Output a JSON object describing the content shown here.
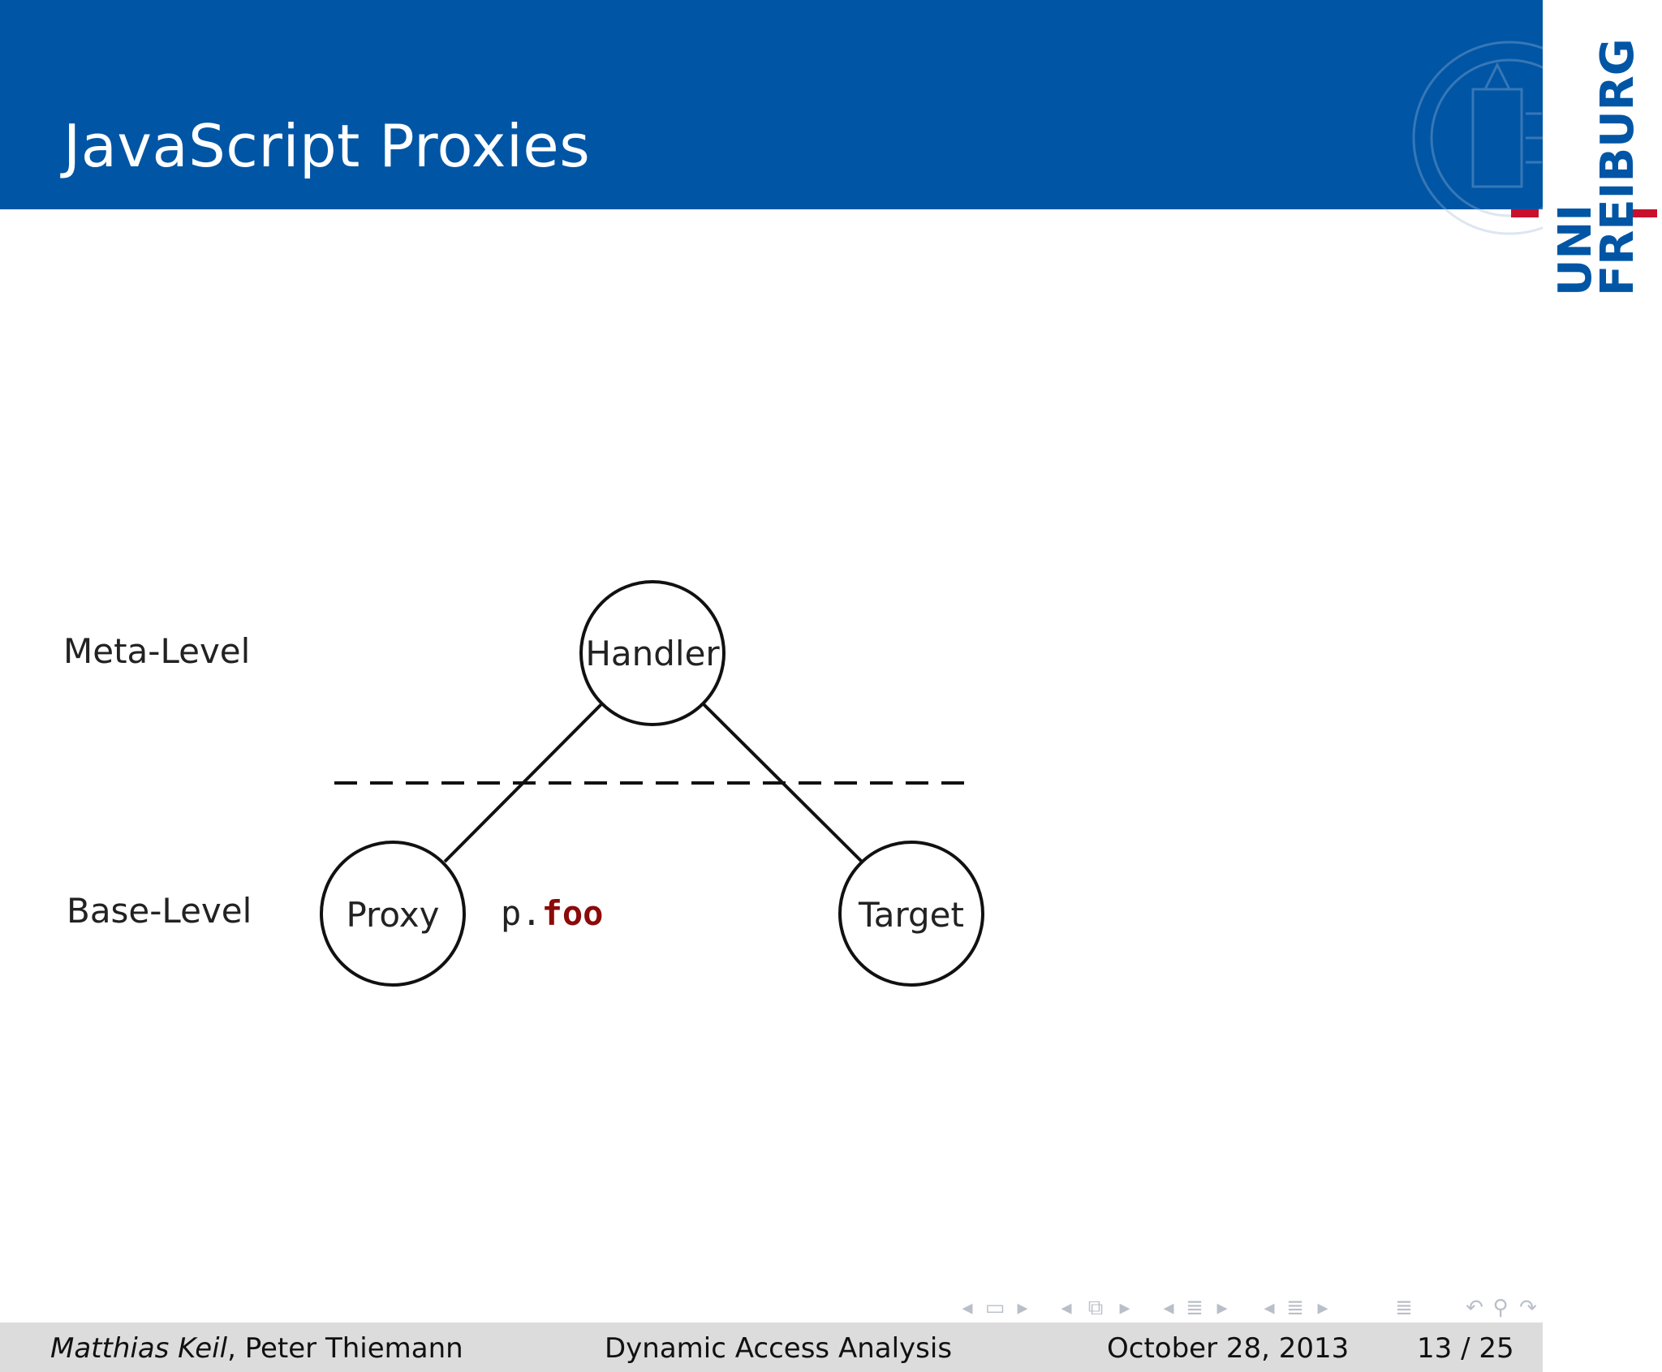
{
  "header": {
    "title": "JavaScript Proxies",
    "brand_color": "#0055a5",
    "logo_text_line1": "UNI",
    "logo_text_line2": "FREIBURG",
    "logo_accent_color": "#c8102e"
  },
  "diagram": {
    "levels": {
      "meta": "Meta-Level",
      "base": "Base-Level"
    },
    "nodes": {
      "handler": "Handler",
      "proxy": "Proxy",
      "target": "Target"
    },
    "operation": {
      "object": "p",
      "dot": ".",
      "property": "foo"
    },
    "property_color": "#8b0a0a"
  },
  "footer": {
    "author_primary": "Matthias Keil",
    "author_secondary": ", Peter Thiemann",
    "talk_title": "Dynamic Access Analysis",
    "date": "October 28, 2013",
    "page_current": "13",
    "page_separator": "/",
    "page_total": "25"
  },
  "navigation": {
    "icons": [
      "prev-frame-icon",
      "frame-icon",
      "next-frame-icon",
      "prev-slide-icon",
      "slides-icon",
      "next-slide-icon",
      "prev-subsection-icon",
      "subsection-icon",
      "next-subsection-icon",
      "prev-section-icon",
      "section-icon",
      "next-section-icon",
      "toc-icon",
      "undo-icon",
      "search-icon",
      "redo-icon"
    ]
  }
}
